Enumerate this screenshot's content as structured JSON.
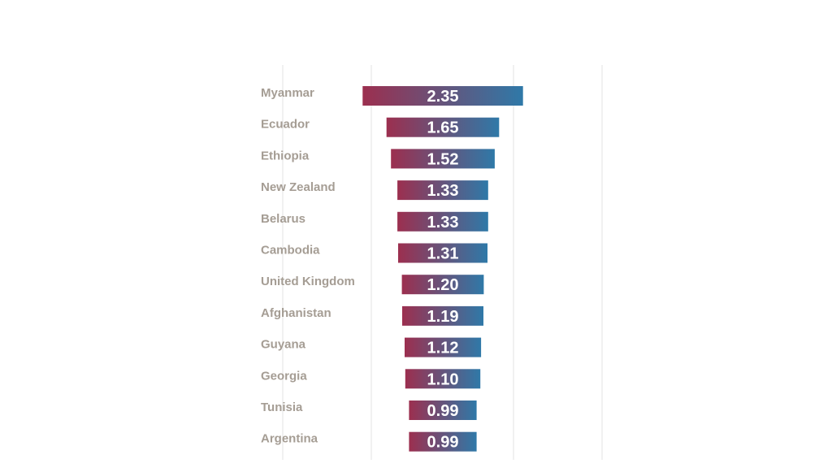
{
  "chart_data": {
    "type": "bar",
    "orientation": "horizontal",
    "layout": "centered",
    "title": "",
    "xlabel": "",
    "ylabel": "",
    "categories": [
      "Myanmar",
      "Ecuador",
      "Ethiopia",
      "New Zealand",
      "Belarus",
      "Cambodia",
      "United Kingdom",
      "Afghanistan",
      "Guyana",
      "Georgia",
      "Tunisia",
      "Argentina"
    ],
    "values": [
      2.35,
      1.65,
      1.52,
      1.33,
      1.33,
      1.31,
      1.2,
      1.19,
      1.12,
      1.1,
      0.99,
      0.99
    ],
    "value_labels": [
      "2.35",
      "1.65",
      "1.52",
      "1.33",
      "1.33",
      "1.31",
      "1.20",
      "1.19",
      "1.12",
      "1.10",
      "0.99",
      "0.99"
    ],
    "grid": true,
    "legend": "none",
    "colors": {
      "bar_gradient_start": "#9c2f4f",
      "bar_gradient_end": "#2f79a8",
      "category_label": "#a59d94",
      "value_label": "#ffffff",
      "gridline": "#e3e3e3"
    }
  }
}
